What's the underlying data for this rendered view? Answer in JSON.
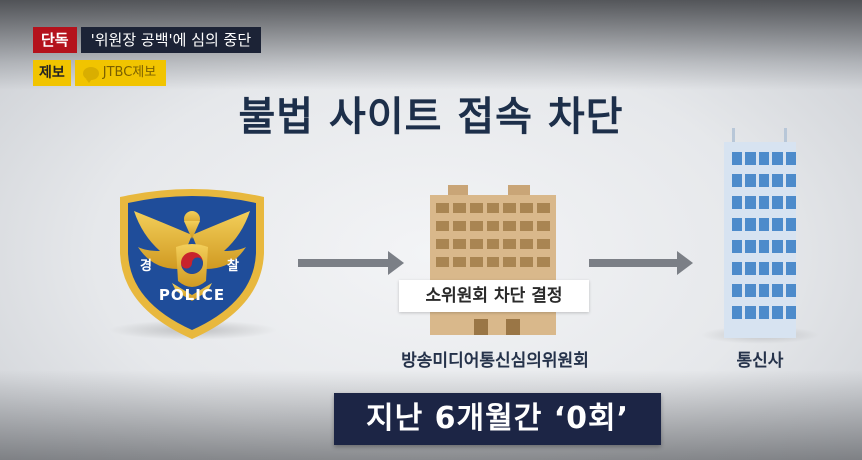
{
  "badges": {
    "exclusive": "단독",
    "headline": "'위원장 공백'에 심의 중단",
    "tip": "제보",
    "channel": "JTBC제보"
  },
  "graphic": {
    "title": "불법 사이트 접속 차단",
    "police": {
      "emblem_left": "경",
      "emblem_right": "찰",
      "word": "POLICE"
    },
    "middle_box": "소위원회 차단 결정",
    "middle_label": "방송미디어통신심의위원회",
    "right_label": "통신사"
  },
  "caption": "지난 6개월간 ‘0회’",
  "colors": {
    "exclusive_red": "#b4121c",
    "navy": "#1c2545",
    "tip_yellow": "#f1c400",
    "police_blue": "#1f4d9a",
    "gold": "#e2b33a"
  },
  "icons": [
    "chat-bubble-icon",
    "arrow-right-icon",
    "police-badge-icon",
    "office-building-icon",
    "tower-building-icon"
  ]
}
